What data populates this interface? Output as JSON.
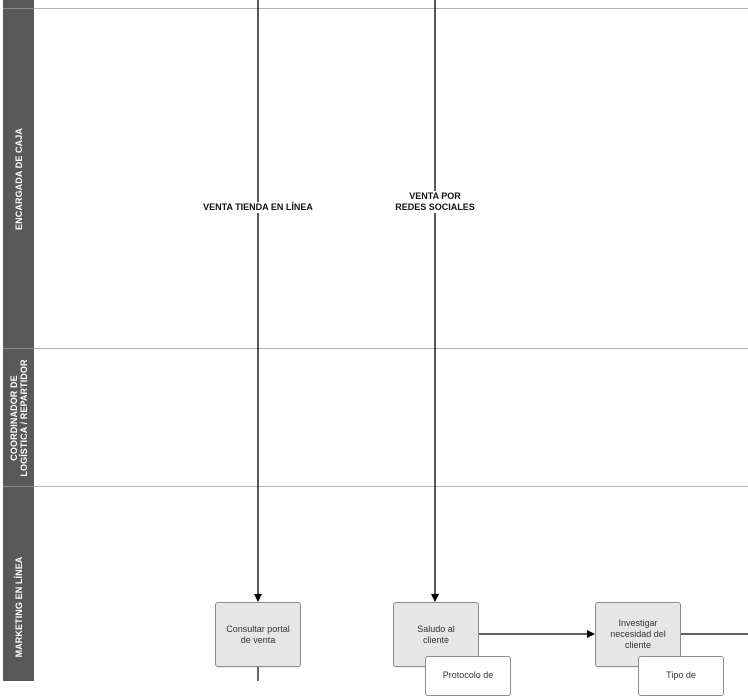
{
  "lanes": [
    {
      "label": "ENCARGADA DE CAJA"
    },
    {
      "label": "COORDINADOR DE\nLOGÍSTICA / REPARTIDOR"
    },
    {
      "label": "MARKETING EN LÍNEA"
    }
  ],
  "flow_labels": {
    "online_store": "VENTA TIENDA EN LÍNEA",
    "social_media": "VENTA POR\nREDES SOCIALES"
  },
  "processes": {
    "consult_portal": "Consultar portal de venta",
    "greet_customer": "Saludo al cliente",
    "investigate_need": "Investigar necesidad del cliente"
  },
  "documents": {
    "protocol": "Protocolo de",
    "type": "Tipo de"
  },
  "colors": {
    "lane_header": "#595959",
    "process_fill": "#e6e6e6",
    "border": "#8c8c8c",
    "connector": "#000000"
  }
}
